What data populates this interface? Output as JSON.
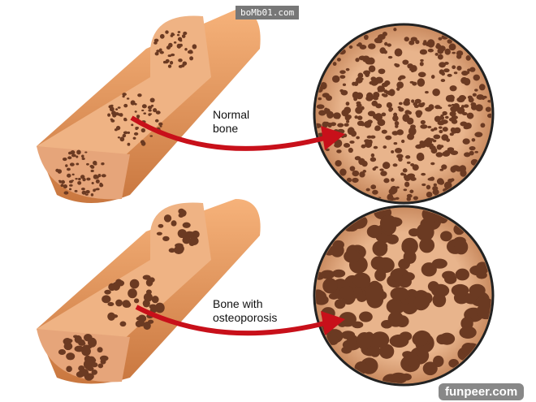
{
  "labels": {
    "normal": "Normal bone",
    "osteo_line1": "Bone with",
    "osteo_line2": "osteoporosis"
  },
  "watermarks": {
    "top": "boMb01.com",
    "bottom": "funpeer.com"
  },
  "colors": {
    "bone": "#e9a36b",
    "bone_dark": "#c97a45",
    "spongy": "#f0b88a",
    "hole": "#6b3a22",
    "arrow": "#d0101a"
  }
}
